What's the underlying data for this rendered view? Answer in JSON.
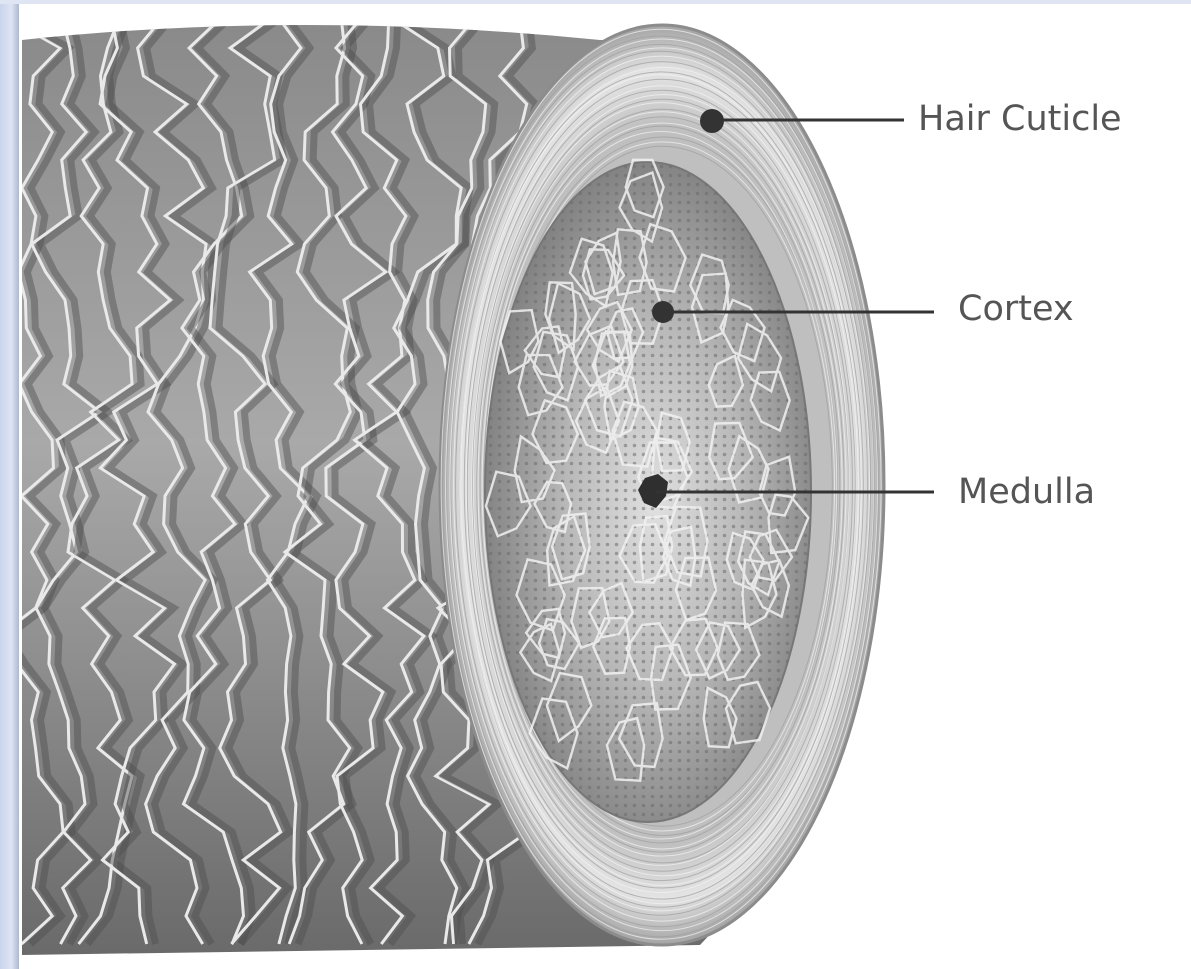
{
  "diagram": {
    "labels": {
      "hair_cuticle": "Hair Cuticle",
      "cortex": "Cortex",
      "medulla": "Medulla"
    },
    "colors": {
      "background": "#ffffff",
      "shaft_dark": "#6f6f6f",
      "shaft_light": "#bdbdbd",
      "cuticle_ring": "#d8d8d8",
      "cortex": "#9a9a9a",
      "label_text": "#555555",
      "leader_line": "#333333"
    }
  }
}
